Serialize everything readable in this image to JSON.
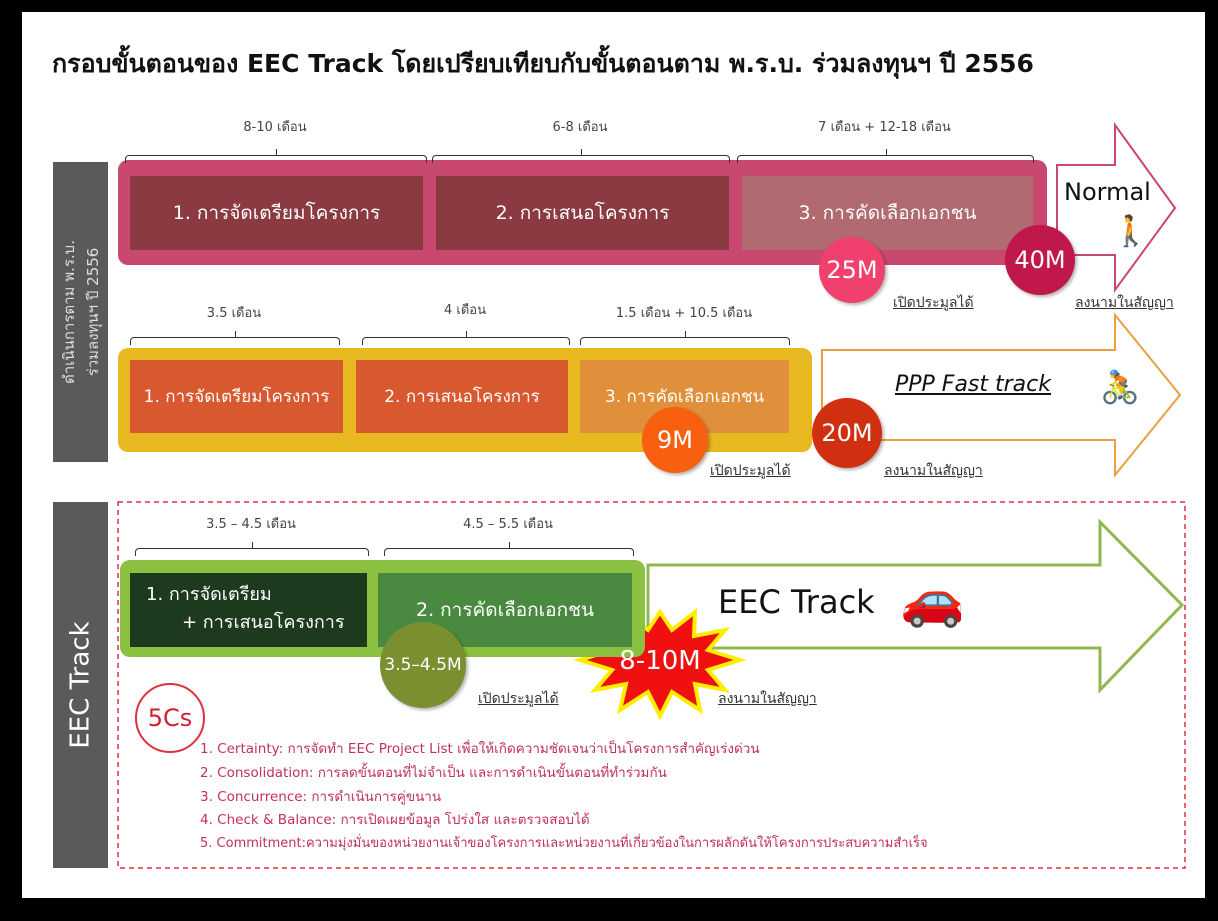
{
  "title": "กรอบขั้นตอนของ EEC Track โดยเปรียบเทียบกับขั้นตอนตาม พ.ร.บ. ร่วมลงทุนฯ ปี 2556",
  "side_label_top": [
    "ดำเนินการตาม พ.ร.บ.",
    "ร่วมลงทุนฯ ปี 2556"
  ],
  "side_label_bottom": "EEC Track",
  "normal": {
    "durations": [
      "8-10 เดือน",
      "6-8 เดือน",
      "7 เดือน + 12-18 เดือน"
    ],
    "steps": [
      "1. การจัดเตรียมโครงการ",
      "2. การเสนอโครงการ",
      "3. การคัดเลือกเอกชน"
    ],
    "arrow_label": "Normal",
    "bubble_bid": "25M",
    "bubble_sign": "40M",
    "bid_label": "เปิดประมูลได้",
    "sign_label": "ลงนามในสัญญา"
  },
  "fast": {
    "durations": [
      "3.5 เดือน",
      "4 เดือน",
      "1.5 เดือน + 10.5 เดือน"
    ],
    "steps": [
      "1. การจัดเตรียมโครงการ",
      "2. การเสนอโครงการ",
      "3. การคัดเลือกเอกชน"
    ],
    "arrow_label": "PPP Fast track",
    "bubble_bid": "9M",
    "bubble_sign": "20M",
    "bid_label": "เปิดประมูลได้",
    "sign_label": "ลงนามในสัญญา"
  },
  "eec": {
    "durations": [
      "3.5 – 4.5 เดือน",
      "4.5 – 5.5 เดือน"
    ],
    "step1_line1": "1.   การจัดเตรียม",
    "step1_line2": "+ การเสนอโครงการ",
    "step2": "2. การคัดเลือกเอกชน",
    "arrow_label": "EEC Track",
    "bubble_bid": "3.5–4.5M",
    "bubble_sign": "8-10M",
    "bid_label": "เปิดประมูลได้",
    "sign_label": "ลงนามในสัญญา"
  },
  "fivecs": {
    "badge": "5Cs",
    "items": [
      "1. Certainty: การจัดทำ EEC Project List เพื่อให้เกิดความชัดเจนว่าเป็นโครงการสำคัญเร่งด่วน",
      "2. Consolidation: การลดขั้นตอนที่ไม่จำเป็น และการดำเนินขั้นตอนที่ทำร่วมกัน",
      "3. Concurrence: การดำเนินการคู่ขนาน",
      "4. Check & Balance: การเปิดเผยข้อมูล โปร่งใส และตรวจสอบได้",
      "5. Commitment:ความมุ่งมั่นของหน่วยงานเจ้าของโครงการและหน่วยงานที่เกี่ยวข้องในการผลักดันให้โครงการประสบความสำเร็จ"
    ]
  }
}
